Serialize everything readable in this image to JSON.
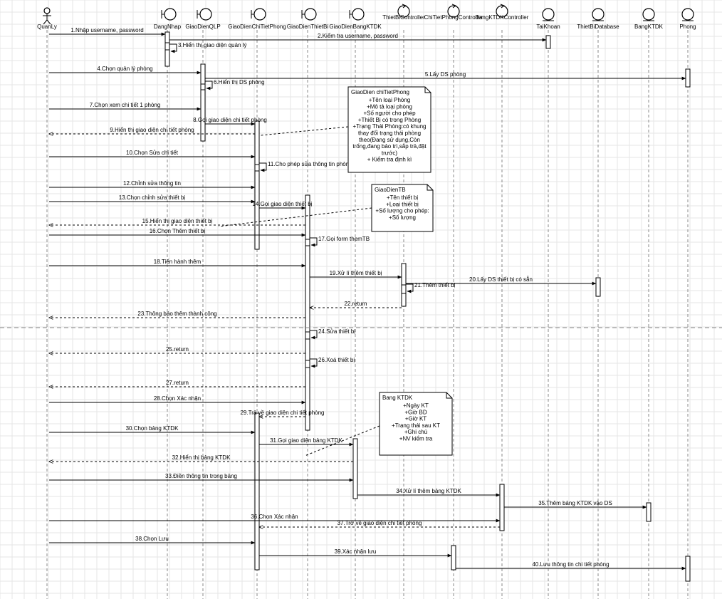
{
  "participants": [
    {
      "id": "QuanLy",
      "label": "QuanLy",
      "kind": "actor"
    },
    {
      "id": "DangNhap",
      "label": "DangNhap",
      "kind": "boundary"
    },
    {
      "id": "GiaoDienQLP",
      "label": "GiaoDienQLP",
      "kind": "boundary"
    },
    {
      "id": "GiaoDienChiTietPhong",
      "label": "GiaoDienChiTietPhong",
      "kind": "boundary"
    },
    {
      "id": "GiaoDienThietBi",
      "label": "GiaoDienThietBi",
      "kind": "boundary"
    },
    {
      "id": "GiaoDienBangKTDK",
      "label": "GiaoDienBangKTDK",
      "kind": "boundary"
    },
    {
      "id": "ThietBiController",
      "label": "ThietBiController",
      "kind": "control"
    },
    {
      "id": "ChiTietPhongController",
      "label": "ChiTietPhongController",
      "kind": "control"
    },
    {
      "id": "BangKTDKController",
      "label": "BangKTDKController",
      "kind": "control"
    },
    {
      "id": "TaiKhoan",
      "label": "TaiKhoan",
      "kind": "entity"
    },
    {
      "id": "ThietBiDatabase",
      "label": "ThietBiDatabase",
      "kind": "entity"
    },
    {
      "id": "BangKTDK",
      "label": "BangKTDK",
      "kind": "entity"
    },
    {
      "id": "Phong",
      "label": "Phong",
      "kind": "entity"
    }
  ],
  "messages": [
    {
      "label": "1.Nhập username, password",
      "from": "QuanLy",
      "to": "DangNhap",
      "type": "call"
    },
    {
      "label": "2.Kiểm tra username, password",
      "from": "DangNhap",
      "to": "TaiKhoan",
      "type": "call"
    },
    {
      "label": "3.Hiển thị giao diện quản lý",
      "from": "DangNhap",
      "to": "DangNhap",
      "type": "self"
    },
    {
      "label": "4.Chọn quản lý phòng",
      "from": "QuanLy",
      "to": "GiaoDienQLP",
      "type": "call"
    },
    {
      "label": "5.Lấy DS phòng",
      "from": "GiaoDienQLP",
      "to": "Phong",
      "type": "call"
    },
    {
      "label": "6.Hiển thị DS phòng",
      "from": "GiaoDienQLP",
      "to": "GiaoDienQLP",
      "type": "self"
    },
    {
      "label": "7.Chọn xem chi tiết 1 phòng",
      "from": "QuanLy",
      "to": "GiaoDienQLP",
      "type": "call"
    },
    {
      "label": "8.Gọi giao diện chi tiết phòng",
      "from": "GiaoDienQLP",
      "to": "GiaoDienChiTietPhong",
      "type": "call"
    },
    {
      "label": "9.Hiển thị giao diện chi tiết phòng",
      "from": "GiaoDienChiTietPhong",
      "to": "QuanLy",
      "type": "return"
    },
    {
      "label": "10.Chọn Sửa chi tiết",
      "from": "QuanLy",
      "to": "GiaoDienChiTietPhong",
      "type": "call"
    },
    {
      "label": "11.Cho phép sửa thông tin phòng",
      "from": "GiaoDienChiTietPhong",
      "to": "GiaoDienChiTietPhong",
      "type": "self"
    },
    {
      "label": "12.Chỉnh sửa thông tin",
      "from": "QuanLy",
      "to": "GiaoDienChiTietPhong",
      "type": "call"
    },
    {
      "label": "13.Chọn chỉnh sửa thiết bị",
      "from": "QuanLy",
      "to": "GiaoDienChiTietPhong",
      "type": "call"
    },
    {
      "label": "14.Gọi giao diện thiết bị",
      "from": "GiaoDienChiTietPhong",
      "to": "GiaoDienThietBi",
      "type": "call"
    },
    {
      "label": "15.Hiển thị giao diện thiết bị",
      "from": "GiaoDienThietBi",
      "to": "QuanLy",
      "type": "return"
    },
    {
      "label": "16.Chọn Thêm thiết bị",
      "from": "QuanLy",
      "to": "GiaoDienThietBi",
      "type": "call"
    },
    {
      "label": "17.Gọi form themTB",
      "from": "GiaoDienThietBi",
      "to": "GiaoDienThietBi",
      "type": "self"
    },
    {
      "label": "18.Tiến hành thêm",
      "from": "QuanLy",
      "to": "GiaoDienThietBi",
      "type": "call"
    },
    {
      "label": "19.Xử lí thêm thiết bị",
      "from": "GiaoDienThietBi",
      "to": "ThietBiController",
      "type": "call"
    },
    {
      "label": "20.Lấy DS thiết bị có sẵn",
      "from": "ThietBiController",
      "to": "ThietBiDatabase",
      "type": "call"
    },
    {
      "label": "21.Thêm thiết bị",
      "from": "ThietBiController",
      "to": "ThietBiController",
      "type": "self"
    },
    {
      "label": "22.return",
      "from": "ThietBiController",
      "to": "GiaoDienThietBi",
      "type": "return"
    },
    {
      "label": "23.Thông báo thêm thành công",
      "from": "GiaoDienThietBi",
      "to": "QuanLy",
      "type": "return"
    },
    {
      "label": "24.Sửa thiết bị",
      "from": "GiaoDienThietBi",
      "to": "GiaoDienThietBi",
      "type": "self"
    },
    {
      "label": "25.return",
      "from": "GiaoDienThietBi",
      "to": "QuanLy",
      "type": "return"
    },
    {
      "label": "26.Xoá thiết bị",
      "from": "GiaoDienThietBi",
      "to": "GiaoDienThietBi",
      "type": "self"
    },
    {
      "label": "27.return",
      "from": "GiaoDienThietBi",
      "to": "QuanLy",
      "type": "return"
    },
    {
      "label": "28.Chọn Xác nhận",
      "from": "QuanLy",
      "to": "GiaoDienThietBi",
      "type": "call"
    },
    {
      "label": "29.Trả về giao diện chi tiết phòng",
      "from": "GiaoDienThietBi",
      "to": "GiaoDienChiTietPhong",
      "type": "return"
    },
    {
      "label": "30.Chọn bảng KTDK",
      "from": "QuanLy",
      "to": "GiaoDienChiTietPhong",
      "type": "call"
    },
    {
      "label": "31.Gọi giao diện bảng KTDK",
      "from": "GiaoDienChiTietPhong",
      "to": "GiaoDienBangKTDK",
      "type": "call"
    },
    {
      "label": "32.Hiển thị bảng KTDK",
      "from": "GiaoDienBangKTDK",
      "to": "QuanLy",
      "type": "return"
    },
    {
      "label": "33.Điền thông tin trong bảng",
      "from": "QuanLy",
      "to": "GiaoDienBangKTDK",
      "type": "call"
    },
    {
      "label": "34.Xử lí thêm bảng KTDK",
      "from": "GiaoDienBangKTDK",
      "to": "BangKTDKController",
      "type": "call"
    },
    {
      "label": "35.Thêm bảng KTDK vào DS",
      "from": "BangKTDKController",
      "to": "BangKTDK",
      "type": "call"
    },
    {
      "label": "36.Chọn Xác nhận",
      "from": "QuanLy",
      "to": "BangKTDKController",
      "type": "call"
    },
    {
      "label": "37.Trở về giao diện chi tiết phòng",
      "from": "BangKTDKController",
      "to": "GiaoDienChiTietPhong",
      "type": "return"
    },
    {
      "label": "38.Chọn Lưu",
      "from": "QuanLy",
      "to": "GiaoDienChiTietPhong",
      "type": "call"
    },
    {
      "label": "39.Xác nhận lưu",
      "from": "GiaoDienChiTietPhong",
      "to": "ChiTietPhongController",
      "type": "call"
    },
    {
      "label": "40.Lưu thông tin chi tiết phòng",
      "from": "ChiTietPhongController",
      "to": "Phong",
      "type": "call"
    }
  ],
  "notes": [
    {
      "title": "GiaoDien chiTietPhong",
      "lines": [
        "+Tên loại Phòng",
        "+Mô tả loại phòng",
        "+Số người cho phép",
        "+Thiết Bị có trong Phòng",
        "+Trạng Thái Phòng:có khung",
        "thay đổi trạng thái phòng",
        "theo(Đang sử dụng,Còn",
        "trống,đang bảo trì,sắp trả,đặt",
        "trước)",
        "+ Kiểm tra định kì"
      ]
    },
    {
      "title": "GiaoDienTB",
      "lines": [
        "+Tên thiết bị",
        "+Loại thiết bị",
        "+Số lượng cho phép:",
        "+Số lượng"
      ]
    },
    {
      "title": "Bang KTDK",
      "lines": [
        "+Ngày KT",
        "+Giờ BD",
        "+Giờ KT",
        "+Trạng thái sau KT",
        "+Ghi chú",
        "+NV kiểm tra"
      ]
    }
  ]
}
